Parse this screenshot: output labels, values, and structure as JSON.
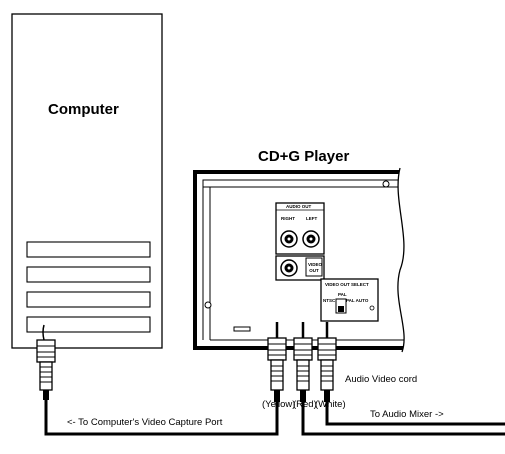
{
  "computer": {
    "label": "Computer"
  },
  "player": {
    "label": "CD+G Player",
    "audio_out": "AUDIO OUT",
    "right": "RIGHT",
    "left": "LEFT",
    "video_out": "VIDEO OUT",
    "video_out_select": "VIDEO OUT SELECT",
    "ntsc": "NTSC",
    "pal": "PAL",
    "pal_auto": "PAL AUTO"
  },
  "cord": {
    "label": "Audio Video cord",
    "yellow": "(Yellow)",
    "red": "(Red)",
    "white": "(White)"
  },
  "arrows": {
    "capture": "<- To Computer's Video Capture Port",
    "mixer": "To Audio Mixer ->"
  }
}
